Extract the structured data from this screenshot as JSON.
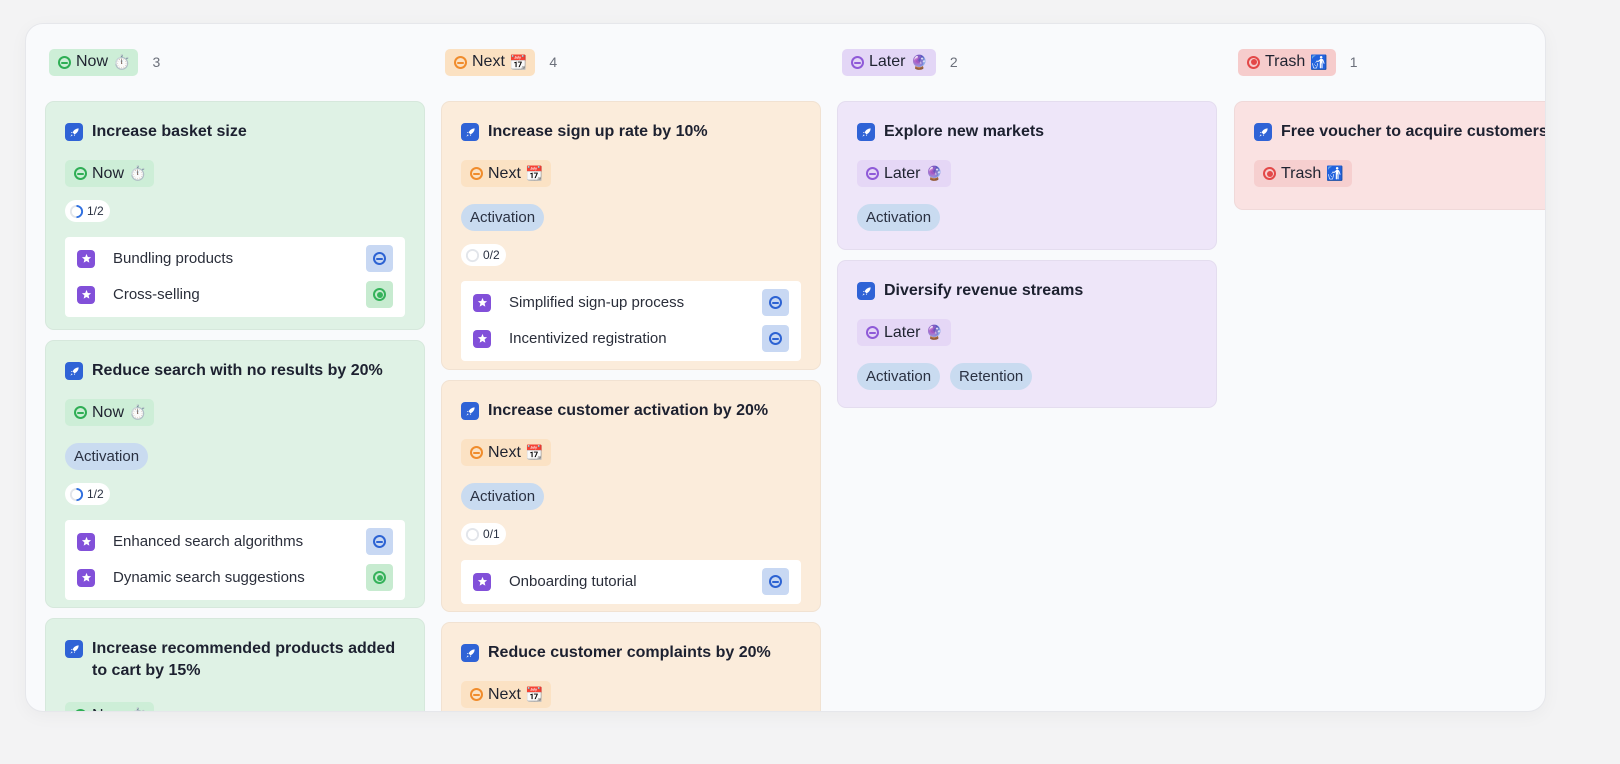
{
  "colors": {
    "now": "#2fae55",
    "next": "#f08c2c",
    "later": "#8f5ad8",
    "trash": "#e34848",
    "rocket": "#2f63d6",
    "star": "#8250d9",
    "tag": "#c9dbf0"
  },
  "columns": [
    {
      "id": "now",
      "label": "Now",
      "emoji": "⏱️",
      "count": "3",
      "cards": [
        {
          "title": "Increase basket size",
          "status": "Now",
          "status_emoji": "⏱️",
          "tags": [],
          "progress": "1/2",
          "subitems": [
            {
              "label": "Bundling products",
              "status": "in-progress"
            },
            {
              "label": "Cross-selling",
              "status": "done"
            }
          ]
        },
        {
          "title": "Reduce search with no results by 20%",
          "status": "Now",
          "status_emoji": "⏱️",
          "tags": [
            "Activation"
          ],
          "progress": "1/2",
          "subitems": [
            {
              "label": "Enhanced search algorithms",
              "status": "in-progress"
            },
            {
              "label": "Dynamic search suggestions",
              "status": "done"
            }
          ]
        },
        {
          "title_line1": "Increase recommended products added",
          "title_line2": "to cart by 15%",
          "status": "Now",
          "status_emoji": "⏱️"
        }
      ]
    },
    {
      "id": "next",
      "label": "Next",
      "emoji": "📆",
      "count": "4",
      "cards": [
        {
          "title": "Increase sign up rate by 10%",
          "status": "Next",
          "status_emoji": "📆",
          "tags": [
            "Activation"
          ],
          "progress": "0/2",
          "subitems": [
            {
              "label": "Simplified sign-up process",
              "status": "in-progress"
            },
            {
              "label": "Incentivized registration",
              "status": "in-progress"
            }
          ]
        },
        {
          "title": "Increase customer activation by 20%",
          "status": "Next",
          "status_emoji": "📆",
          "tags": [
            "Activation"
          ],
          "progress": "0/1",
          "subitems": [
            {
              "label": "Onboarding tutorial",
              "status": "in-progress"
            }
          ]
        },
        {
          "title": "Reduce customer complaints by 20%",
          "status": "Next",
          "status_emoji": "📆"
        }
      ]
    },
    {
      "id": "later",
      "label": "Later",
      "emoji": "🔮",
      "count": "2",
      "cards": [
        {
          "title": "Explore new markets",
          "status": "Later",
          "status_emoji": "🔮",
          "tags": [
            "Activation"
          ]
        },
        {
          "title": "Diversify revenue streams",
          "status": "Later",
          "status_emoji": "🔮",
          "tags": [
            "Activation",
            "Retention"
          ]
        }
      ]
    },
    {
      "id": "trash",
      "label": "Trash",
      "emoji": "🚮",
      "count": "1",
      "cards": [
        {
          "title": "Free voucher to acquire customers",
          "status": "Trash",
          "status_emoji": "🚮"
        }
      ]
    }
  ]
}
